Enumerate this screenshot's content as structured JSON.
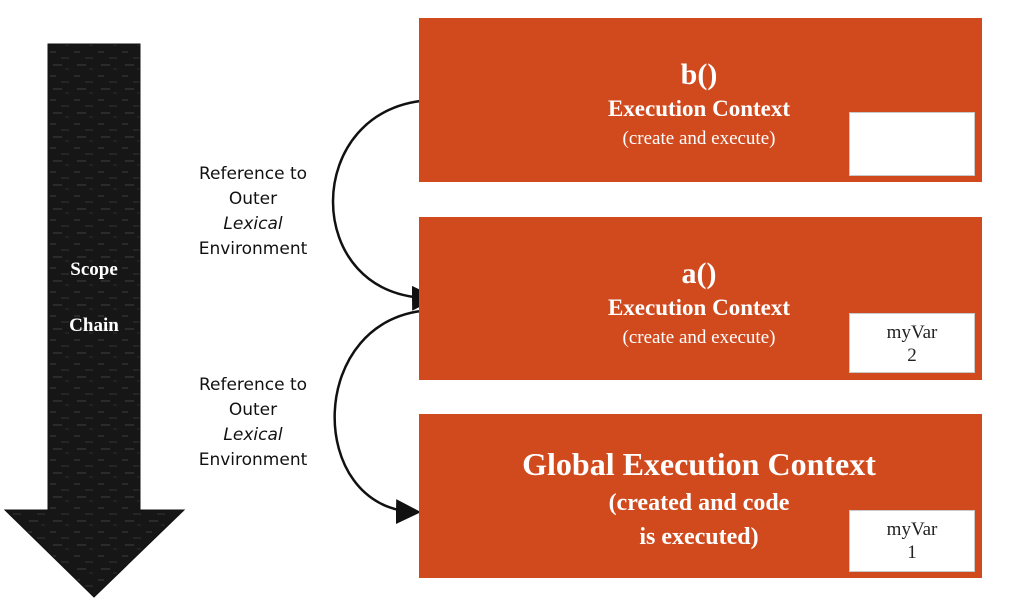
{
  "scope_arrow": {
    "label_line1": "Scope",
    "label_line2": "Chain"
  },
  "contexts": [
    {
      "title": "b()",
      "line1": "Execution Context",
      "line2": "(create and execute)",
      "var_name": "",
      "var_value": ""
    },
    {
      "title": "a()",
      "line1": "Execution Context",
      "line2": "(create and execute)",
      "var_name": "myVar",
      "var_value": "2"
    },
    {
      "title": "Global Execution Context",
      "line1": "(created and code",
      "line2": "is executed)",
      "var_name": "myVar",
      "var_value": "1"
    }
  ],
  "references": [
    {
      "line1": "Reference to",
      "line2": "Outer",
      "line3": "Lexical",
      "line4": "Environment"
    },
    {
      "line1": "Reference to",
      "line2": "Outer",
      "line3": "Lexical",
      "line4": "Environment"
    }
  ],
  "colors": {
    "context_fill": "#d14a1e",
    "arrow_fill": "#1a1a1a",
    "text_on_context": "#ffffff"
  }
}
